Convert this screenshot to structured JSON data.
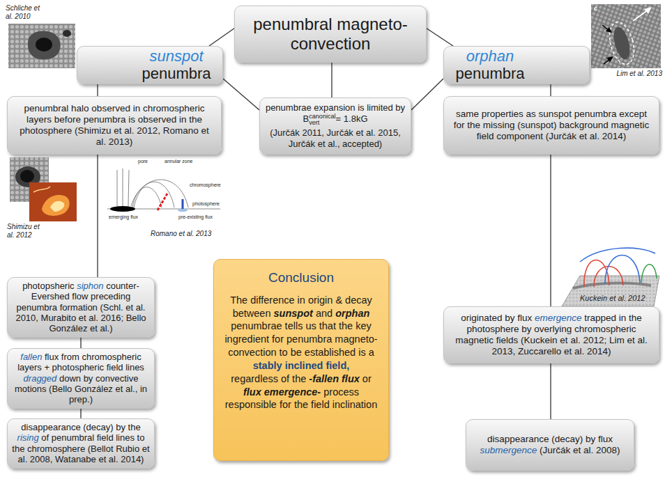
{
  "diagram": {
    "nodes": [
      {
        "text": [
          "penumbral magneto-convection"
        ]
      },
      {
        "text": [
          "sunspot penumbra"
        ]
      },
      {
        "text": [
          "orphan penumbra"
        ]
      },
      {
        "text": [
          "penumbral halo observed in chromospheric layers before penumbra is observed in the photosphere (Shimizu et al. 2012, Romano et al. 2013)"
        ]
      },
      {
        "text": [
          "penumbrae expansion is limited by B",
          "canonical",
          "vert",
          "= 1.8kG",
          "(Jurčák 2011, Jurčák et al. 2015, Jurčák et al., accepted)"
        ]
      },
      {
        "text": [
          "same properties as sunspot penumbra except for the missing (sunspot) background magnetic field component (Jurčák et al. 2014)"
        ]
      },
      {
        "text": [
          "photopsheric siphon counter-Evershed flow preceding penumbra formation (Schl. et al. 2010, Murabito et al. 2016; Bello González et al.)"
        ]
      },
      {
        "text": [
          "fallen flux from chromospheric layers + photospheric field lines dragged down by convective motions (Bello González et al., in prep.)"
        ]
      },
      {
        "text": [
          "disappearance (decay) by the rising of penumbral field lines to the chromosphere (Bellot Rubio et al. 2008, Watanabe et al. 2014)"
        ]
      },
      {
        "text": [
          "Conclusion",
          "The difference in origin & decay between sunspot and orphan penumbrae tells us that the key ingredient for penumbra magneto-convection to be established is a stably inclined field, regardless of the -fallen flux or flux emergence- process responsible for the field inclination"
        ]
      },
      {
        "text": [
          "originated by flux emergence trapped in the photosphere by overlying chromospheric magnetic fields (Kuckein et al. 2012; Lim et al. 2013, Zuccarello et al. 2014)"
        ]
      },
      {
        "text": [
          "disappearance (decay) by flux submergence (Jurčák et al. 2008)"
        ]
      }
    ],
    "edges": [
      {
        "from": 0,
        "to": 1,
        "arrow": "none"
      },
      {
        "from": 0,
        "to": 2,
        "arrow": "none"
      },
      {
        "from": 0,
        "to": 4,
        "arrow": "none"
      },
      {
        "from": 1,
        "to": 4,
        "arrow": "none"
      },
      {
        "from": 2,
        "to": 4,
        "arrow": "none"
      },
      {
        "from": 1,
        "to": 3,
        "arrow": "none"
      },
      {
        "from": 3,
        "to": 6,
        "arrow": "none"
      },
      {
        "from": 6,
        "to": 7,
        "arrow": "none"
      },
      {
        "from": 7,
        "to": 8,
        "arrow": "none"
      },
      {
        "from": 2,
        "to": 5,
        "arrow": "none"
      },
      {
        "from": 5,
        "to": 10,
        "arrow": "none"
      },
      {
        "from": 10,
        "to": 11,
        "arrow": "none"
      }
    ],
    "labels": [
      "Schliche et al. 2010",
      "Lim et al. 2013",
      "Shimizu et al. 2012",
      "Romano et al. 2013",
      "pore",
      "annular zone",
      "chromosphere",
      "photosphere",
      "emerging flux",
      "pre-existing flux",
      "c",
      "Kuckein et al. 2012"
    ]
  }
}
